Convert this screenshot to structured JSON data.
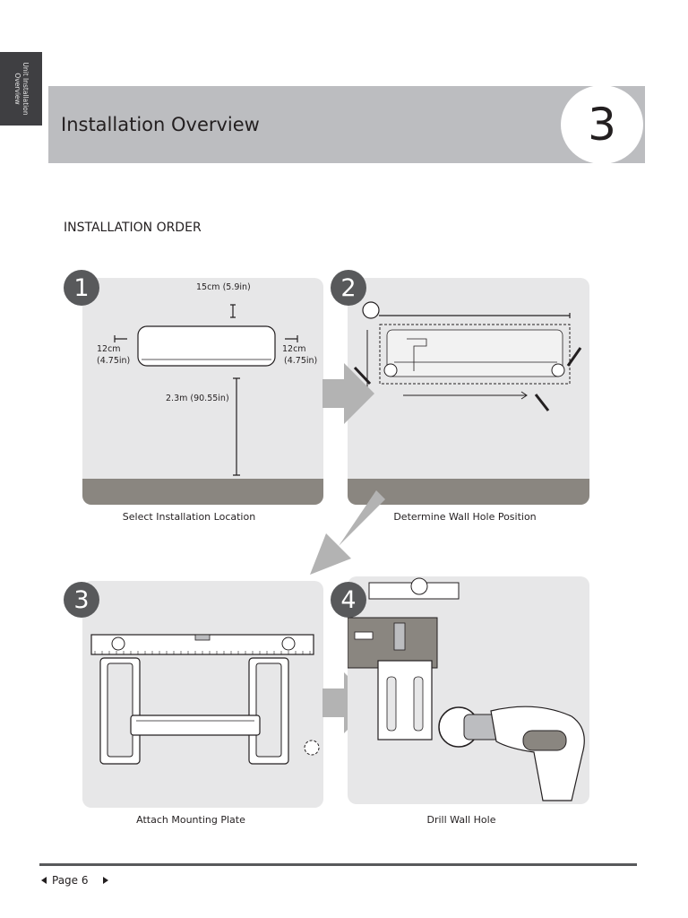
{
  "side_tab": {
    "line1": "Unit Installation",
    "line2": "Overview"
  },
  "header": {
    "title": "Installation Overview",
    "chapter_number": "3"
  },
  "section_label": "INSTALLATION ORDER",
  "steps": [
    {
      "number": "1",
      "caption": "Select Installation Location",
      "labels": {
        "top": "15cm (5.9in)",
        "left_1": "12cm",
        "left_2": "(4.75in)",
        "right_1": "12cm",
        "right_2": "(4.75in)",
        "height": "2.3m (90.55in)"
      }
    },
    {
      "number": "2",
      "caption": "Determine Wall Hole Position"
    },
    {
      "number": "3",
      "caption": "Attach Mounting Plate"
    },
    {
      "number": "4",
      "caption": "Drill Wall Hole"
    }
  ],
  "footer": {
    "page_label": "Page 6"
  },
  "colors": {
    "panel": "#e7e7e8",
    "badge": "#58595b",
    "floor": "#8a8680",
    "header_band": "#bcbdc0",
    "arrow": "#b3b3b3"
  }
}
